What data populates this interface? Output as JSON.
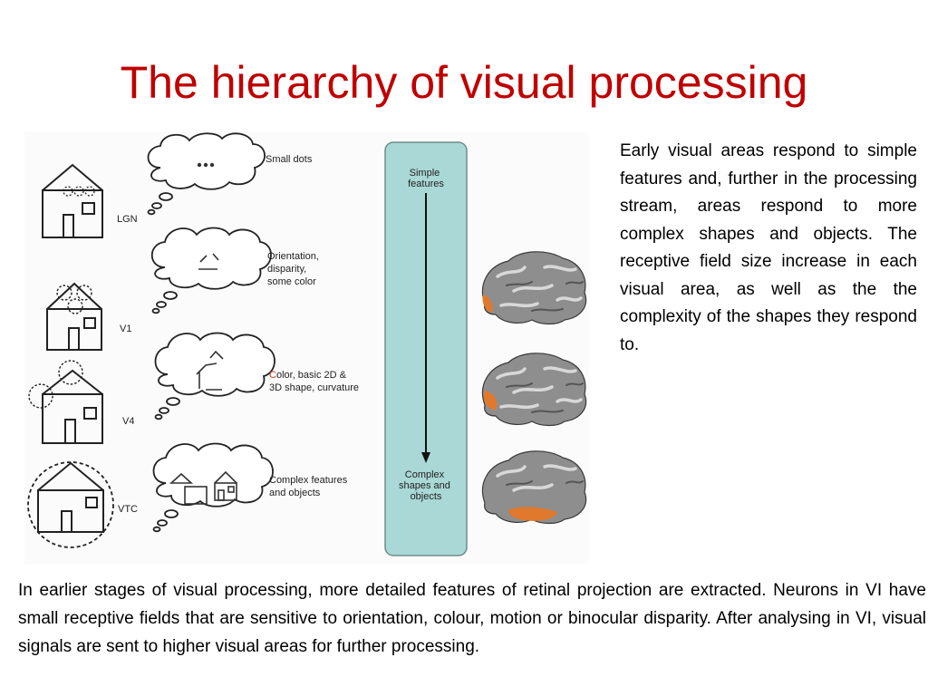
{
  "title": "The hierarchy of visual processing",
  "side_text": "Early visual areas respond to simple features and, further in the processing stream, areas respond to more complex shapes and objects. The receptive field size increase in each visual area, as well as the the complexity of the shapes they respond to.",
  "bottom_text": "In earlier stages of visual processing, more detailed features of retinal projection are extracted. Neurons in VI have small receptive fields that are sensitive to orientation, colour, motion or binocular disparity. After analysing in VI, visual signals are sent to higher visual areas for further processing.",
  "figure": {
    "stages": [
      {
        "area": "LGN",
        "feature_lines": [
          "Small dots"
        ]
      },
      {
        "area": "V1",
        "feature_lines": [
          "Orientation,",
          "disparity,",
          "some color"
        ]
      },
      {
        "area": "V4",
        "feature_lines_first_red": "C",
        "feature_lines_first_rest": "olor, basic 2D &",
        "feature_lines_second": "3D shape, curvature"
      },
      {
        "area": "VTC",
        "feature_lines": [
          "Complex features",
          "and objects"
        ]
      }
    ],
    "bar_top_lines": [
      "Simple",
      "features"
    ],
    "bar_bottom_lines": [
      "Complex",
      "shapes and",
      "objects"
    ],
    "colors": {
      "bar": "#a9d8d6",
      "highlight": "#e0792c",
      "title": "#c00000",
      "color_word": "#d83a2a"
    }
  }
}
